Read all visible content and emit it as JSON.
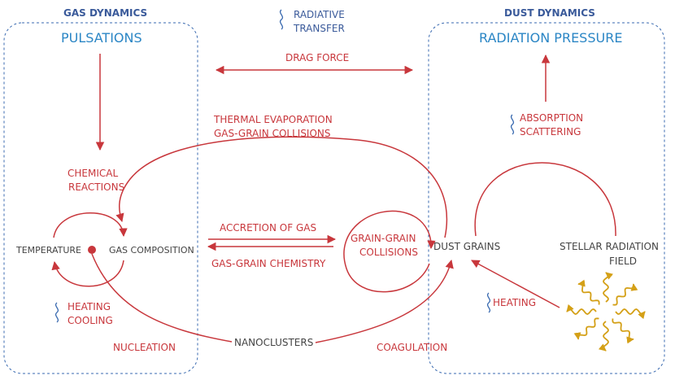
{
  "colors": {
    "red": "#c8373c",
    "blue_title": "#2b86c5",
    "blue_header": "#3a5a9a",
    "box_border": "#3a6ab0",
    "star": "#d4a017",
    "grey_text": "#444444"
  },
  "gas": {
    "header": "GAS DYNAMICS",
    "title": "PULSATIONS"
  },
  "dust": {
    "header": "DUST DYNAMICS",
    "title": "RADIATION PRESSURE"
  },
  "radiative": {
    "line1": "RADIATIVE",
    "line2": "TRANSFER",
    "icon": "wavy-icon"
  },
  "labels": {
    "drag_force": "DRAG FORCE",
    "thermal_1": "THERMAL EVAPORATION",
    "thermal_2": "GAS-GRAIN COLLISIONS",
    "chemical_1": "CHEMICAL",
    "chemical_2": "REACTIONS",
    "temperature": "TEMPERATURE",
    "gas_composition": "GAS COMPOSITION",
    "accretion": "ACCRETION OF GAS",
    "gas_grain_chem": "GAS-GRAIN CHEMISTRY",
    "grain_grain_1": "GRAIN-GRAIN",
    "grain_grain_2": "COLLISIONS",
    "dust_grains": "DUST GRAINS",
    "stellar_1": "STELLAR RADIATION",
    "stellar_2": "FIELD",
    "absorption_1": "ABSORPTION",
    "absorption_2": "SCATTERING",
    "heating_cooling_1": "HEATING",
    "heating_cooling_2": "COOLING",
    "heating": "HEATING",
    "nucleation": "NUCLEATION",
    "nanoclusters": "NANOCLUSTERS",
    "coagulation": "COAGULATION"
  }
}
